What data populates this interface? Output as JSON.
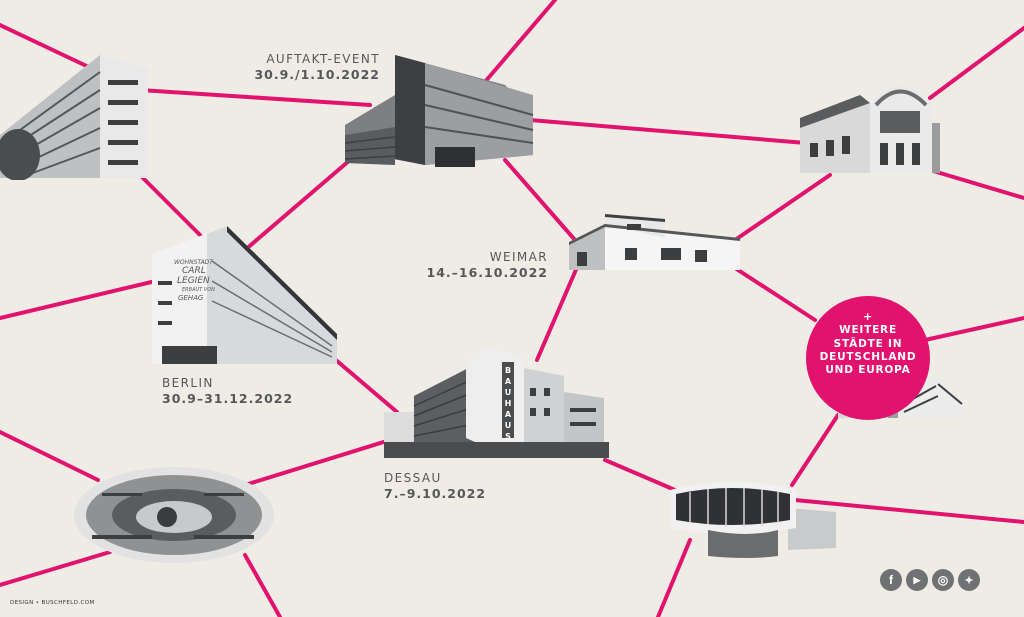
{
  "events": {
    "auftakt": {
      "name": "AUFTAKT-EVENT",
      "date": "30.9./1.10.2022"
    },
    "weimar": {
      "name": "WEIMAR",
      "date": "14.–16.10.2022"
    },
    "berlin": {
      "name": "BERLIN",
      "date": "30.9–31.12.2022"
    },
    "dessau": {
      "name": "DESSAU",
      "date": "7.–9.10.2022"
    }
  },
  "more": {
    "plus": "+",
    "line1": "WEITERE",
    "line2": "STÄDTE IN",
    "line3": "DEUTSCHLAND",
    "line4": "UND EUROPA"
  },
  "building_lettering": {
    "bauhaus": "BAUHAUS"
  },
  "credit": "DESIGN • BUSCHFELD.COM",
  "social": [
    {
      "icon": "facebook-icon",
      "glyph": "f"
    },
    {
      "icon": "youtube-icon",
      "glyph": "▶"
    },
    {
      "icon": "instagram-icon",
      "glyph": "◎"
    },
    {
      "icon": "twitter-icon",
      "glyph": "✦"
    }
  ],
  "colors": {
    "background": "#efece5",
    "accent": "#e2136e",
    "text": "#55575a",
    "icon": "#6f7173"
  }
}
